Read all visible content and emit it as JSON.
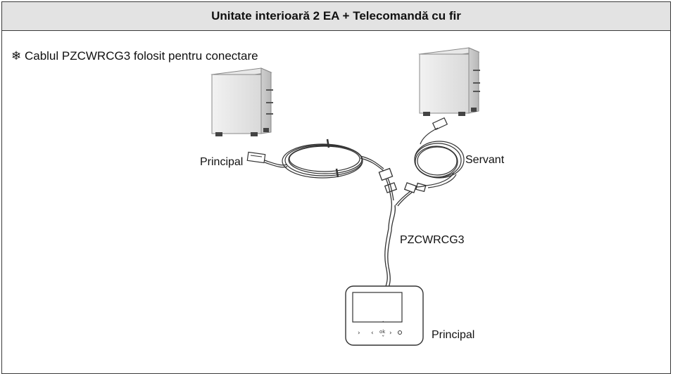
{
  "header": {
    "title": "Unitate interioară 2 EA + Telecomandă cu fir"
  },
  "note": {
    "text": "❄ Cablul PZCWRCG3 folosit pentru conectare"
  },
  "labels": {
    "main_unit": "Principal",
    "slave_unit": "Servant",
    "cable": "PZCWRCG3",
    "remote": "Principal"
  },
  "icons": {
    "indoor_unit_left": "indoor-unit-icon",
    "indoor_unit_right": "indoor-unit-icon",
    "remote_controller": "wired-remote-icon"
  }
}
